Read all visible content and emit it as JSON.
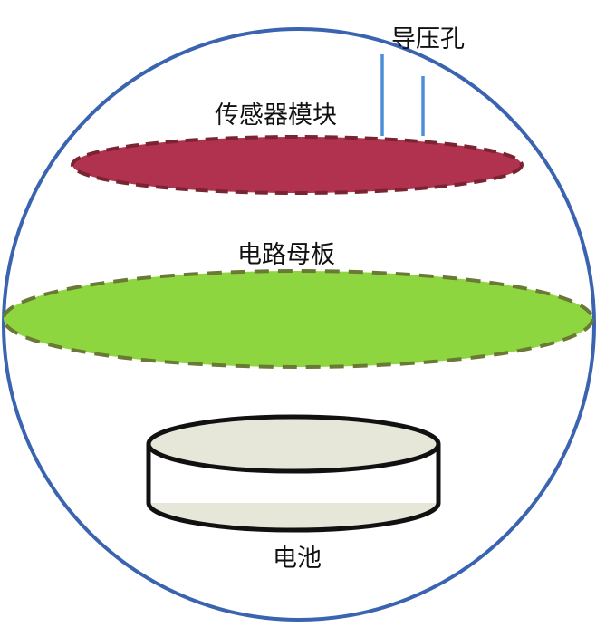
{
  "labels": {
    "pressure_hole": "导压孔",
    "sensor_module": "传感器模块",
    "motherboard": "电路母板",
    "battery": "电池"
  },
  "colors": {
    "outer_sphere": "#3a63b0",
    "pressure_tubes": "#4a8fd8",
    "sensor_fill": "#b0324f",
    "sensor_outline": "#7a2432",
    "board_fill": "#8ed63f",
    "board_outline": "#6a7a36",
    "battery_fill": "#e6e7d8",
    "battery_outline": "#111111"
  }
}
